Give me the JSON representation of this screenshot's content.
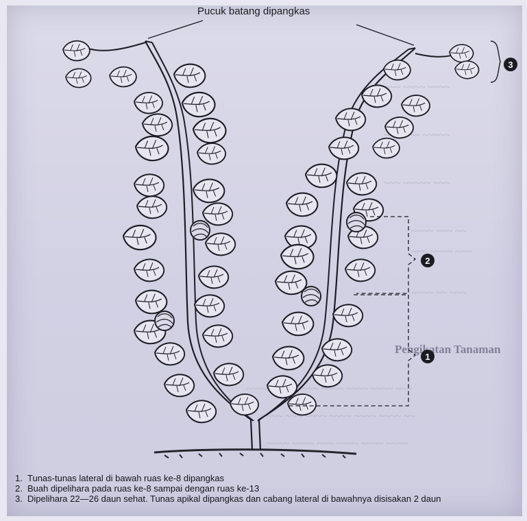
{
  "diagram": {
    "top_label": "Pucuk batang dipangkas",
    "markers": [
      {
        "id": "3",
        "text": "3"
      },
      {
        "id": "2",
        "text": "2"
      },
      {
        "id": "1",
        "text": "1"
      }
    ],
    "background_heading": "Pengikatan Tanaman"
  },
  "notes": [
    {
      "num": "1.",
      "text": "Tunas-tunas lateral di bawah ruas ke-8 dipangkas"
    },
    {
      "num": "2.",
      "text": "Buah dipelihara pada ruas ke-8 sampai dengan ruas ke-13"
    },
    {
      "num": "3.",
      "text": "Dipelihara 22—26 daun sehat. Tunas apikal dipangkas dan cabang lateral di bawahnya disisakan 2 daun"
    }
  ]
}
